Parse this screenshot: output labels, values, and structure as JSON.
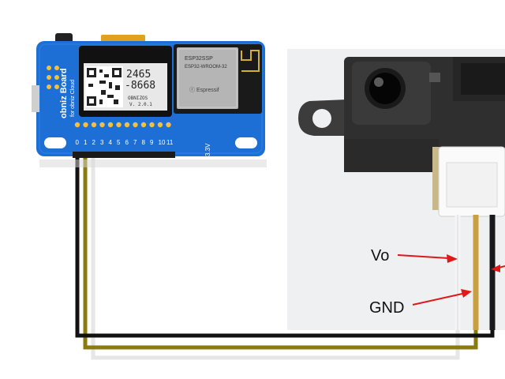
{
  "board": {
    "brand": "obniz Board",
    "subtitle": "for obniz Cloud",
    "screen": {
      "code_line1": "2465",
      "code_line2": "-8668",
      "small_line1": "OBNIZOS",
      "small_line2": "V. 2.0.1"
    },
    "pin_labels": [
      "0",
      "1",
      "2",
      "3",
      "4",
      "5",
      "6",
      "7",
      "8",
      "9",
      "10",
      "11"
    ],
    "power_label": "3.3V",
    "module": {
      "line1": "ESP32SSP",
      "line2": "ESP32-WROOM-32",
      "line3": "ⓡ Espressif"
    }
  },
  "labels": {
    "vo": "Vo",
    "gnd": "GND"
  },
  "colors": {
    "board_blue": "#1d6fd6",
    "wire_yellow": "#8a7a10",
    "wire_black": "#111111",
    "wire_white": "#e8e8e8",
    "arrow_red": "#e01818"
  }
}
